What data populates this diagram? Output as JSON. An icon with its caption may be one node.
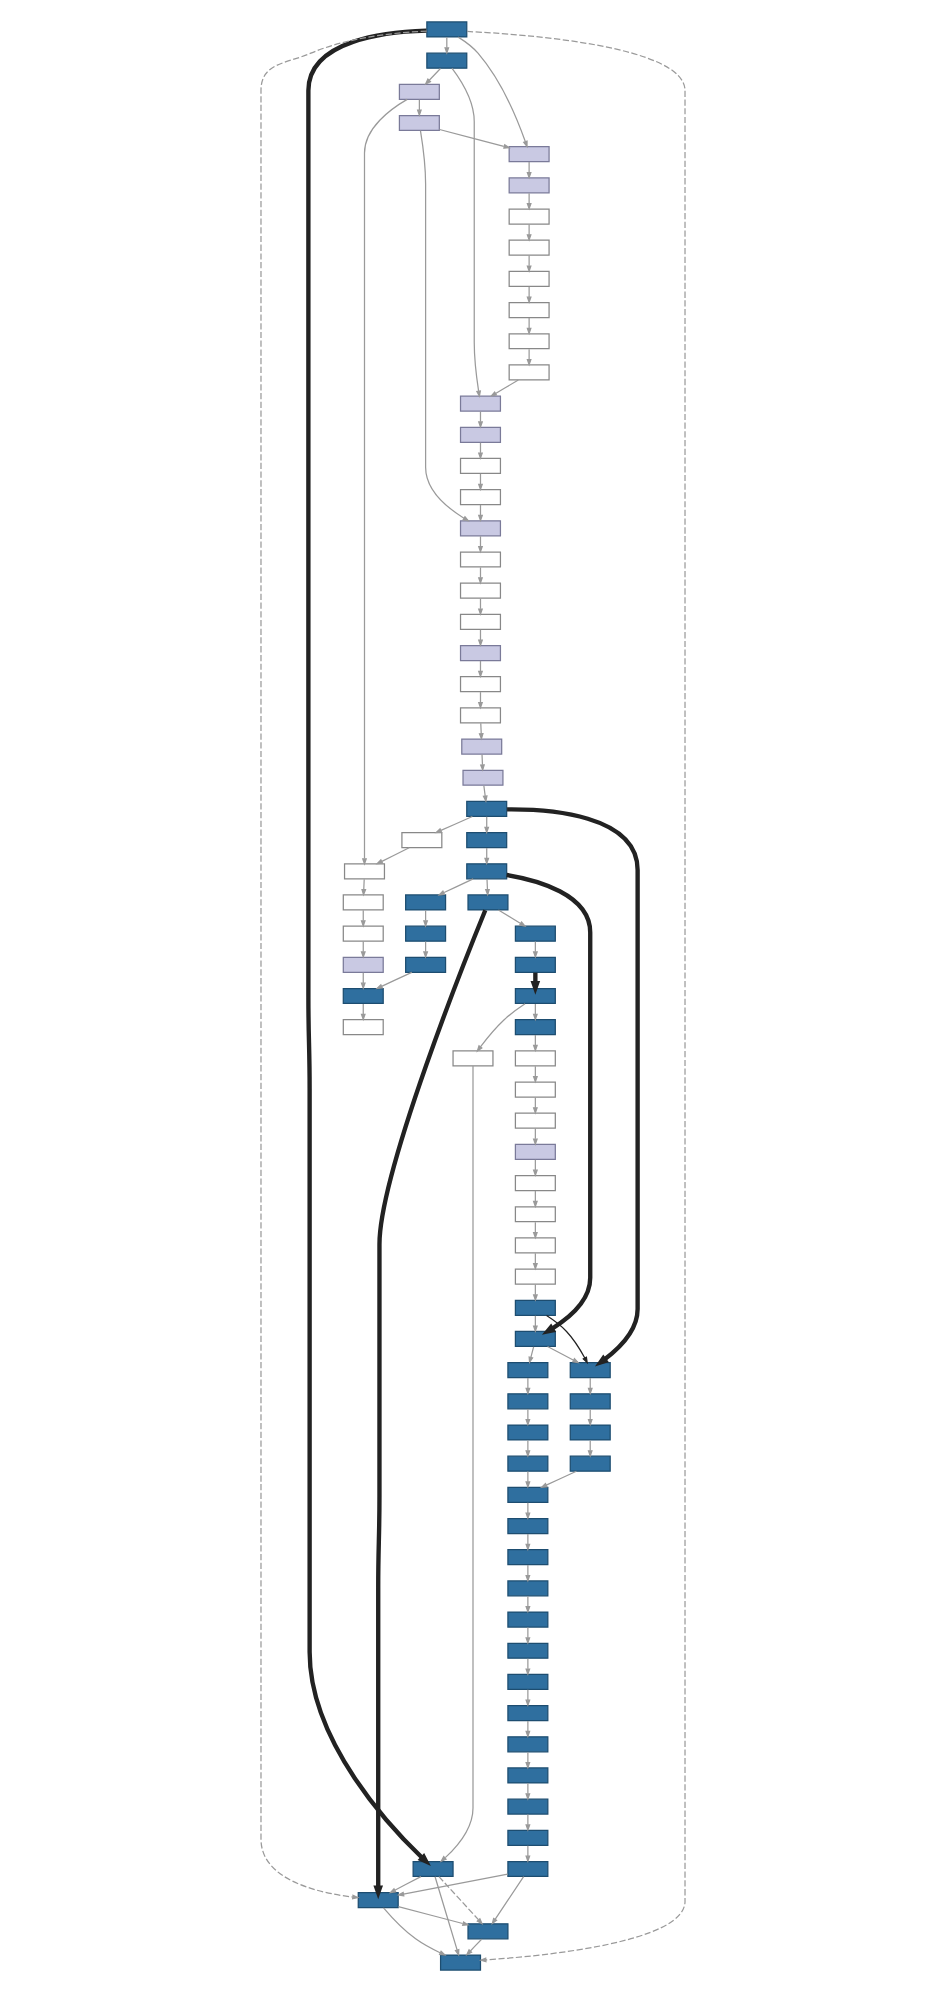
{
  "diagram": {
    "nodes": [
      {
        "text": [],
        "shape": "box"
      },
      {
        "text": [],
        "shape": "box"
      },
      {
        "text": [],
        "shape": "box"
      },
      {
        "text": [],
        "shape": "box"
      },
      {
        "text": [],
        "shape": "box"
      },
      {
        "text": [],
        "shape": "box"
      },
      {
        "text": [],
        "shape": "box"
      },
      {
        "text": [],
        "shape": "box"
      },
      {
        "text": [],
        "shape": "box"
      },
      {
        "text": [],
        "shape": "box"
      },
      {
        "text": [],
        "shape": "box"
      },
      {
        "text": [],
        "shape": "box"
      },
      {
        "text": [],
        "shape": "box"
      },
      {
        "text": [],
        "shape": "box"
      },
      {
        "text": [],
        "shape": "box"
      },
      {
        "text": [],
        "shape": "box"
      },
      {
        "text": [],
        "shape": "box"
      },
      {
        "text": [],
        "shape": "box"
      },
      {
        "text": [],
        "shape": "box"
      },
      {
        "text": [],
        "shape": "box"
      },
      {
        "text": [],
        "shape": "box"
      },
      {
        "text": [],
        "shape": "box"
      },
      {
        "text": [],
        "shape": "box"
      },
      {
        "text": [],
        "shape": "box"
      },
      {
        "text": [],
        "shape": "box"
      },
      {
        "text": [],
        "shape": "box"
      },
      {
        "text": [],
        "shape": "box"
      },
      {
        "text": [],
        "shape": "box"
      },
      {
        "text": [],
        "shape": "box"
      },
      {
        "text": [],
        "shape": "box"
      },
      {
        "text": [],
        "shape": "box"
      },
      {
        "text": [],
        "shape": "box"
      },
      {
        "text": [],
        "shape": "box"
      },
      {
        "text": [],
        "shape": "box"
      },
      {
        "text": [],
        "shape": "box"
      },
      {
        "text": [],
        "shape": "box"
      },
      {
        "text": [],
        "shape": "box"
      },
      {
        "text": [],
        "shape": "box"
      },
      {
        "text": [],
        "shape": "box"
      },
      {
        "text": [],
        "shape": "box"
      },
      {
        "text": [],
        "shape": "box"
      },
      {
        "text": [],
        "shape": "box"
      },
      {
        "text": [],
        "shape": "box"
      },
      {
        "text": [],
        "shape": "box"
      },
      {
        "text": [],
        "shape": "box"
      },
      {
        "text": [],
        "shape": "box"
      },
      {
        "text": [],
        "shape": "box"
      },
      {
        "text": [],
        "shape": "box"
      },
      {
        "text": [],
        "shape": "box"
      },
      {
        "text": [],
        "shape": "box"
      },
      {
        "text": [],
        "shape": "box"
      },
      {
        "text": [],
        "shape": "box"
      },
      {
        "text": [],
        "shape": "box"
      },
      {
        "text": [],
        "shape": "box"
      },
      {
        "text": [],
        "shape": "box"
      },
      {
        "text": [],
        "shape": "box"
      },
      {
        "text": [],
        "shape": "box"
      },
      {
        "text": [],
        "shape": "box"
      },
      {
        "text": [],
        "shape": "box"
      },
      {
        "text": [],
        "shape": "box"
      },
      {
        "text": [],
        "shape": "box"
      },
      {
        "text": [],
        "shape": "box"
      },
      {
        "text": [],
        "shape": "box"
      },
      {
        "text": [],
        "shape": "box"
      },
      {
        "text": [],
        "shape": "box"
      },
      {
        "text": [],
        "shape": "box"
      },
      {
        "text": [],
        "shape": "box"
      },
      {
        "text": [],
        "shape": "box"
      },
      {
        "text": [],
        "shape": "box"
      },
      {
        "text": [],
        "shape": "box"
      },
      {
        "text": [],
        "shape": "box"
      },
      {
        "text": [],
        "shape": "box"
      },
      {
        "text": [],
        "shape": "box"
      },
      {
        "text": [],
        "shape": "box"
      },
      {
        "text": [],
        "shape": "box"
      },
      {
        "text": [],
        "shape": "box"
      },
      {
        "text": [],
        "shape": "box"
      },
      {
        "text": [],
        "shape": "box"
      },
      {
        "text": [],
        "shape": "box"
      }
    ],
    "edges": [
      {
        "from": 0,
        "to": 1,
        "arrow": "to"
      },
      {
        "from": 0,
        "to": 4,
        "arrow": "to"
      },
      {
        "from": 0,
        "to": 44,
        "arrow": "to",
        "style": "thick",
        "color": "#222222"
      },
      {
        "from": 1,
        "to": 2,
        "arrow": "to"
      },
      {
        "from": 2,
        "to": 3,
        "arrow": "to"
      },
      {
        "from": 3,
        "to": 4,
        "arrow": "to"
      },
      {
        "from": 4,
        "to": 5,
        "arrow": "to"
      },
      {
        "from": 5,
        "to": 6,
        "arrow": "to"
      },
      {
        "from": 6,
        "to": 7,
        "arrow": "to"
      },
      {
        "from": 7,
        "to": 8,
        "arrow": "to"
      },
      {
        "from": 8,
        "to": 9,
        "arrow": "to"
      },
      {
        "from": 9,
        "to": 10,
        "arrow": "to"
      },
      {
        "from": 10,
        "to": 11,
        "arrow": "to"
      },
      {
        "from": 11,
        "to": 12,
        "arrow": "to"
      },
      {
        "from": 1,
        "to": 12,
        "arrow": "to"
      },
      {
        "from": 12,
        "to": 13,
        "arrow": "to"
      },
      {
        "from": 13,
        "to": 14,
        "arrow": "to"
      },
      {
        "from": 14,
        "to": 15,
        "arrow": "to"
      },
      {
        "from": 15,
        "to": 16,
        "arrow": "to"
      },
      {
        "from": 3,
        "to": 16,
        "arrow": "to"
      },
      {
        "from": 16,
        "to": 17,
        "arrow": "to"
      },
      {
        "from": 17,
        "to": 18,
        "arrow": "to"
      },
      {
        "from": 18,
        "to": 19,
        "arrow": "to"
      },
      {
        "from": 19,
        "to": 20,
        "arrow": "to"
      },
      {
        "from": 20,
        "to": 21,
        "arrow": "to"
      },
      {
        "from": 21,
        "to": 22,
        "arrow": "to"
      },
      {
        "from": 22,
        "to": 23,
        "arrow": "to"
      },
      {
        "from": 23,
        "to": 24,
        "arrow": "to"
      },
      {
        "from": 24,
        "to": 25,
        "arrow": "to"
      },
      {
        "from": 25,
        "to": 26,
        "arrow": "to"
      },
      {
        "from": 26,
        "to": 29,
        "arrow": "to"
      },
      {
        "from": 2,
        "to": 29,
        "arrow": "to"
      },
      {
        "from": 25,
        "to": 27,
        "arrow": "to"
      },
      {
        "from": 27,
        "to": 28,
        "arrow": "to"
      },
      {
        "from": 28,
        "to": 32,
        "arrow": "to"
      },
      {
        "from": 28,
        "to": 35,
        "arrow": "to"
      },
      {
        "from": 32,
        "to": 33,
        "arrow": "to"
      },
      {
        "from": 33,
        "to": 34,
        "arrow": "to"
      },
      {
        "from": 34,
        "to": 41,
        "arrow": "to",
        "style": "thick",
        "color": "#222222"
      },
      {
        "from": 35,
        "to": 36,
        "arrow": "to"
      },
      {
        "from": 36,
        "to": 37,
        "arrow": "to"
      },
      {
        "from": 37,
        "to": 38,
        "arrow": "to"
      },
      {
        "from": 29,
        "to": 30,
        "arrow": "to"
      },
      {
        "from": 30,
        "to": 31,
        "arrow": "to"
      },
      {
        "from": 31,
        "to": 39,
        "arrow": "to"
      },
      {
        "from": 39,
        "to": 38,
        "arrow": "to"
      },
      {
        "from": 38,
        "to": 40,
        "arrow": "to"
      },
      {
        "from": 41,
        "to": 42,
        "arrow": "to"
      },
      {
        "from": 42,
        "to": 44,
        "arrow": "to"
      },
      {
        "from": 41,
        "to": 43,
        "arrow": "to"
      },
      {
        "from": 43,
        "to": 45,
        "arrow": "to"
      },
      {
        "from": 45,
        "to": 46,
        "arrow": "to"
      },
      {
        "from": 46,
        "to": 47,
        "arrow": "to"
      },
      {
        "from": 47,
        "to": 48,
        "arrow": "to"
      },
      {
        "from": 48,
        "to": 49,
        "arrow": "to"
      },
      {
        "from": 49,
        "to": 50,
        "arrow": "to"
      },
      {
        "from": 50,
        "to": 51,
        "arrow": "to"
      },
      {
        "from": 51,
        "to": 52,
        "arrow": "to"
      },
      {
        "from": 52,
        "to": 53,
        "arrow": "to"
      },
      {
        "from": 53,
        "to": 55,
        "arrow": "to",
        "color": "#222222"
      },
      {
        "from": 53,
        "to": 54,
        "arrow": "to"
      },
      {
        "from": 54,
        "to": 56,
        "arrow": "to"
      },
      {
        "from": 54,
        "to": 55,
        "arrow": "to"
      },
      {
        "from": 55,
        "to": 57,
        "arrow": "to"
      },
      {
        "from": 56,
        "to": 58,
        "arrow": "to"
      },
      {
        "from": 57,
        "to": 59,
        "arrow": "to"
      },
      {
        "from": 58,
        "to": 60,
        "arrow": "to"
      },
      {
        "from": 59,
        "to": 62,
        "arrow": "to"
      },
      {
        "from": 60,
        "to": 61,
        "arrow": "to"
      },
      {
        "from": 61,
        "to": 63,
        "arrow": "to"
      },
      {
        "from": 62,
        "to": 63,
        "arrow": "to"
      },
      {
        "from": 63,
        "to": 64,
        "arrow": "to"
      },
      {
        "from": 64,
        "to": 65,
        "arrow": "to"
      },
      {
        "from": 65,
        "to": 66,
        "arrow": "to"
      },
      {
        "from": 66,
        "to": 67,
        "arrow": "to"
      },
      {
        "from": 67,
        "to": 68,
        "arrow": "to"
      },
      {
        "from": 68,
        "to": 69,
        "arrow": "to"
      },
      {
        "from": 69,
        "to": 70,
        "arrow": "to"
      },
      {
        "from": 70,
        "to": 71,
        "arrow": "to"
      },
      {
        "from": 71,
        "to": 72,
        "arrow": "to"
      },
      {
        "from": 72,
        "to": 73,
        "arrow": "to"
      },
      {
        "from": 73,
        "to": 74,
        "arrow": "to"
      },
      {
        "from": 74,
        "to": 75,
        "arrow": "to"
      },
      {
        "from": 75,
        "to": 77,
        "arrow": "to"
      },
      {
        "from": 75,
        "to": 76,
        "arrow": "to"
      },
      {
        "from": 76,
        "to": 77,
        "arrow": "to"
      },
      {
        "from": 76,
        "to": 78,
        "arrow": "to"
      },
      {
        "from": 77,
        "to": 78,
        "arrow": "to"
      },
      {
        "from": 25,
        "to": 55,
        "arrow": "to",
        "style": "thick",
        "color": "#222222"
      },
      {
        "from": 28,
        "to": 54,
        "arrow": "to",
        "style": "thick",
        "color": "#222222"
      },
      {
        "from": 32,
        "to": 76,
        "arrow": "to",
        "style": "thick",
        "color": "#222222"
      },
      {
        "from": 44,
        "to": 76,
        "arrow": "to"
      },
      {
        "from": 44,
        "to": 78,
        "arrow": "to"
      },
      {
        "from": 0,
        "to": 76,
        "arrow": "to",
        "style": "dashed"
      },
      {
        "from": 0,
        "to": 78,
        "arrow": "to",
        "style": "dashed"
      },
      {
        "from": 44,
        "to": 77,
        "arrow": "to",
        "style": "dashed"
      }
    ]
  }
}
